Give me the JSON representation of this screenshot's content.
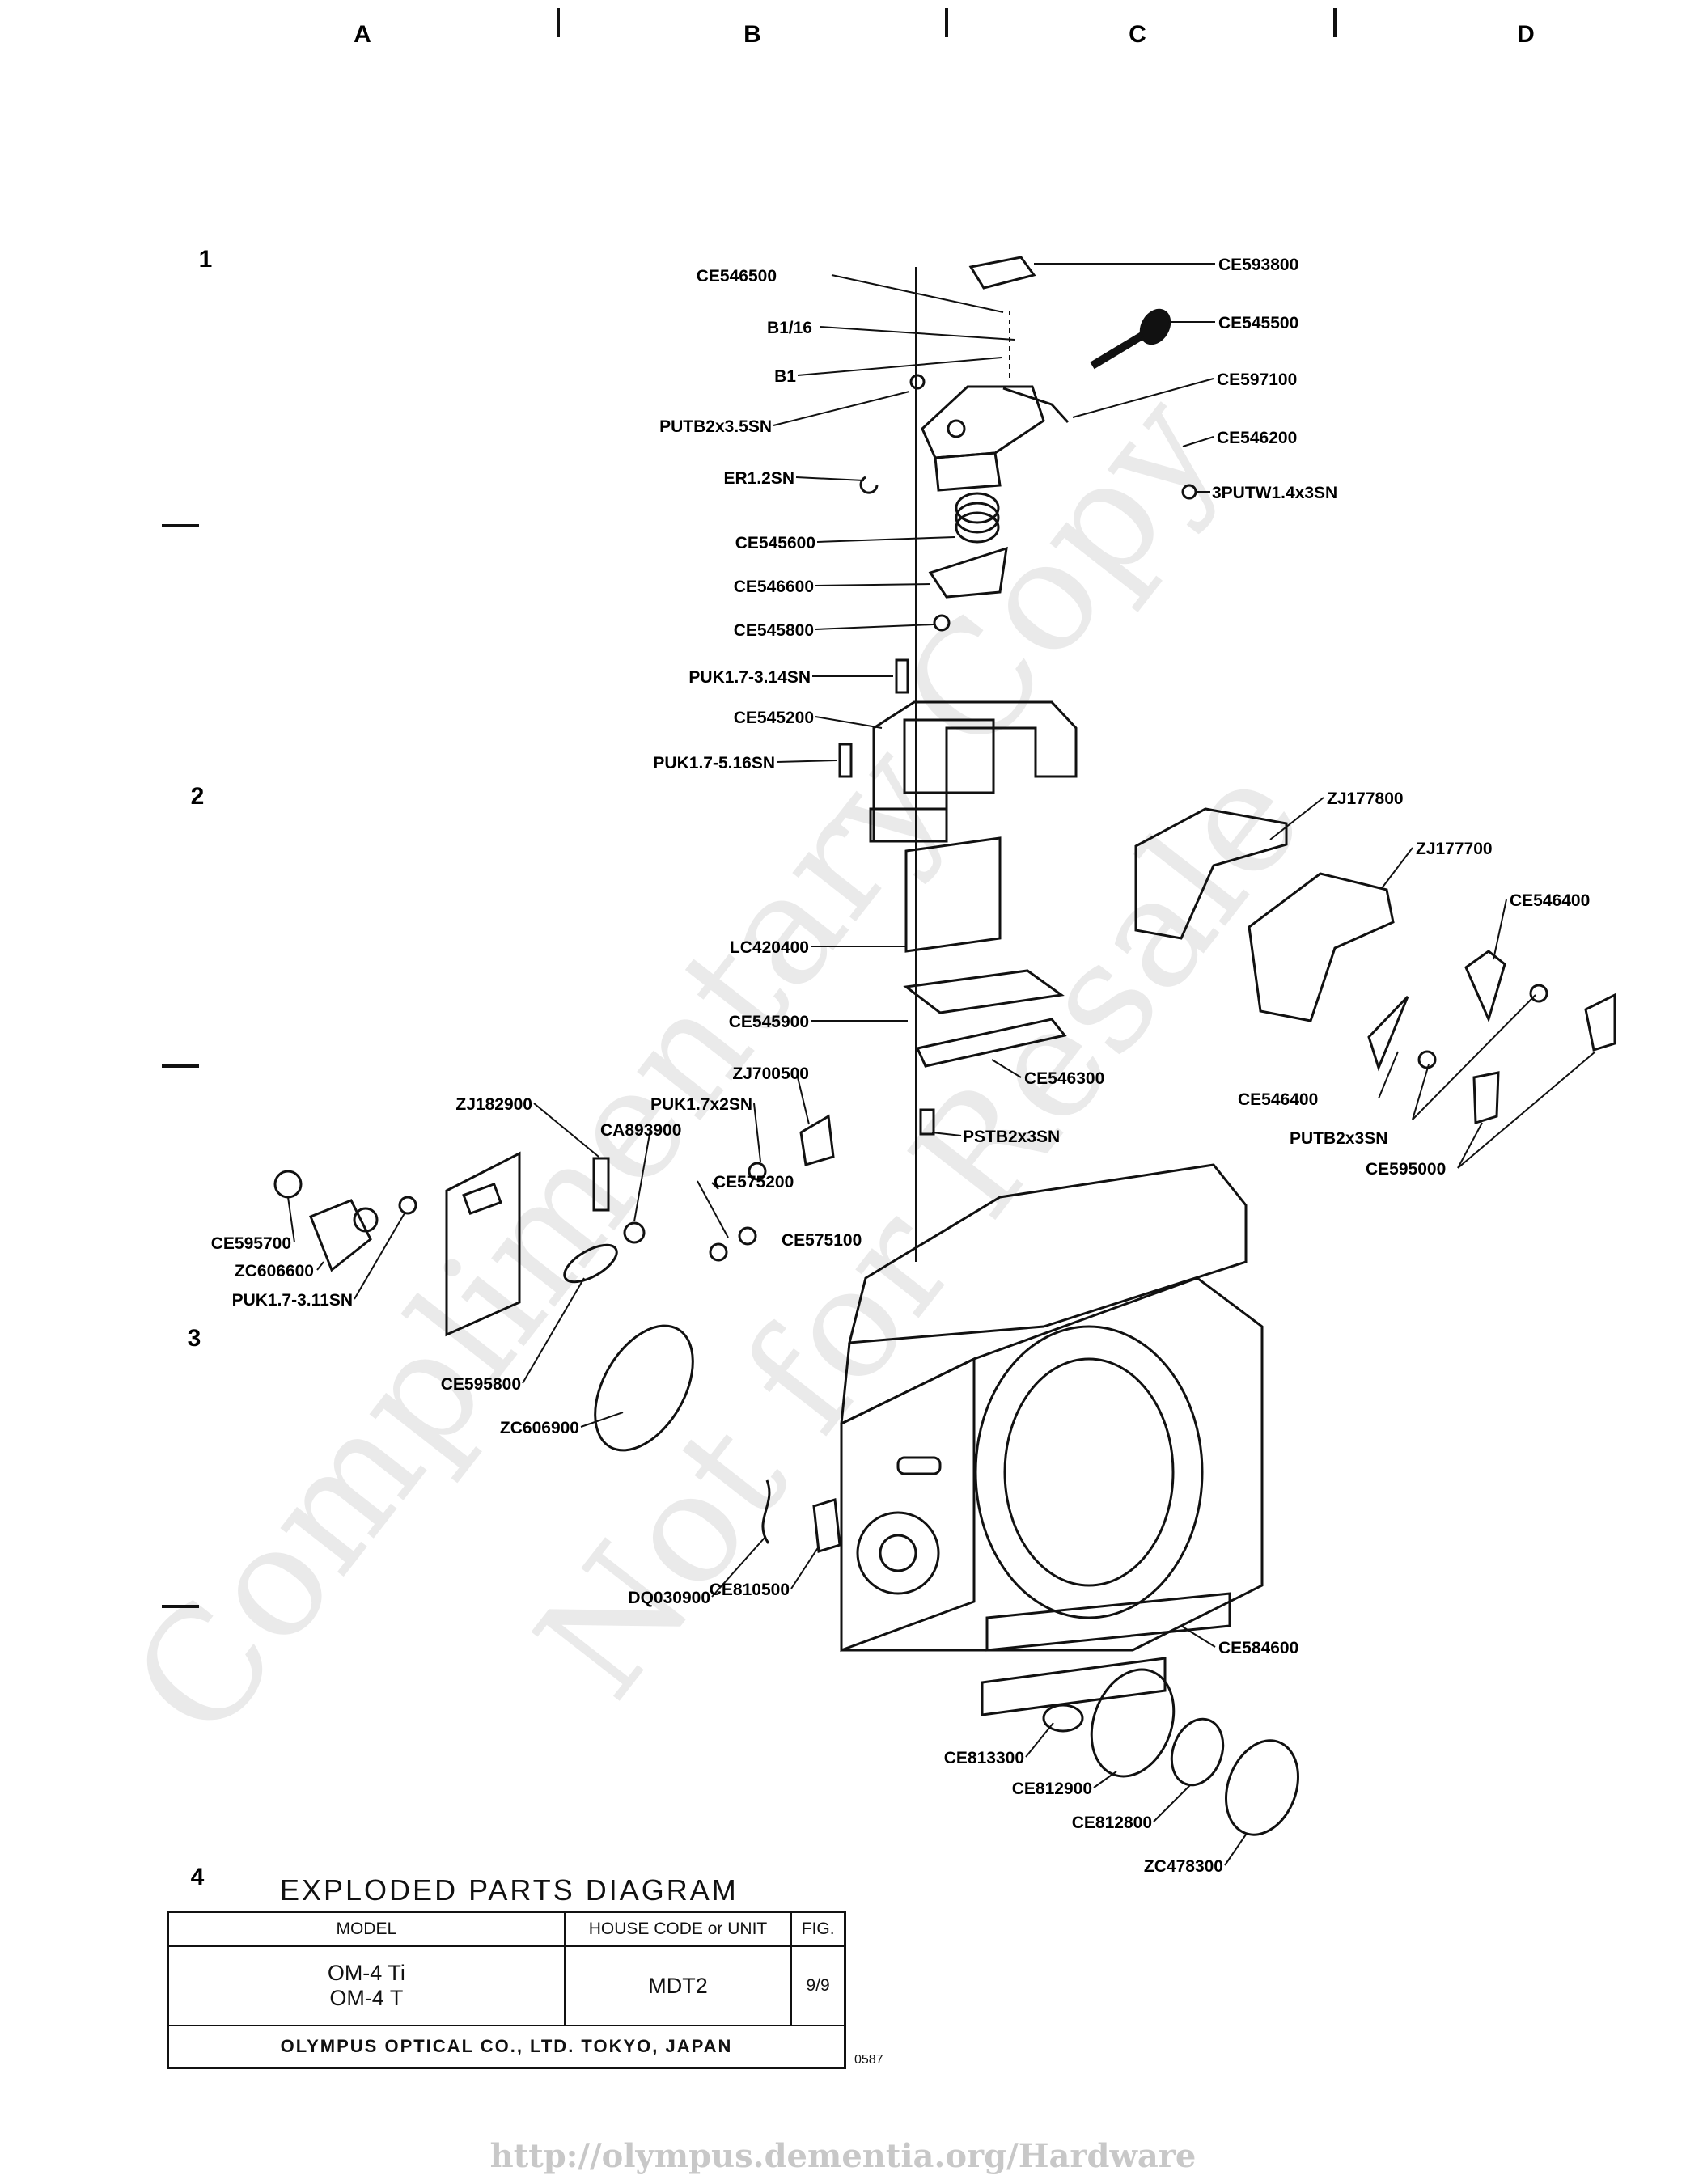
{
  "grid": {
    "columns": [
      "A",
      "B",
      "C",
      "D"
    ],
    "rows": [
      "1",
      "2",
      "3",
      "4"
    ]
  },
  "watermark": {
    "line1": "Complimentary Copy",
    "line2": "Not for Resale"
  },
  "callouts": [
    "CE546500",
    "B1/16",
    "B1",
    "PUTB2x3.5SN",
    "ER1.2SN",
    "CE545600",
    "CE546600",
    "CE545800",
    "PUK1.7-3.14SN",
    "CE545200",
    "PUK1.7-5.16SN",
    "LC420400",
    "CE545900",
    "CE593800",
    "CE545500",
    "CE597100",
    "CE546200",
    "3PUTW1.4x3SN",
    "ZJ177800",
    "ZJ177700",
    "CE546400",
    "CE546400",
    "PUTB2x3SN",
    "CE595000",
    "CE546300",
    "PSTB2x3SN",
    "ZJ700500",
    "PUK1.7x2SN",
    "CE575200",
    "CE575100",
    "ZJ182900",
    "CA893900",
    "CE595700",
    "ZC606600",
    "PUK1.7-3.11SN",
    "CE595800",
    "ZC606900",
    "DQ030900",
    "CE810500",
    "CE584600",
    "CE813300",
    "CE812900",
    "CE812800",
    "ZC478300"
  ],
  "title": "EXPLODED  PARTS  DIAGRAM",
  "table": {
    "headers": [
      "MODEL",
      "HOUSE CODE or UNIT",
      "FIG."
    ],
    "models": [
      "OM-4 Ti",
      "OM-4 T"
    ],
    "unit": "MDT2",
    "fig": "9/9",
    "manufacturer": "OLYMPUS  OPTICAL  CO., LTD.  TOKYO,  JAPAN"
  },
  "doc_number": "0587",
  "source_url": "http://olympus.dementia.org/Hardware"
}
